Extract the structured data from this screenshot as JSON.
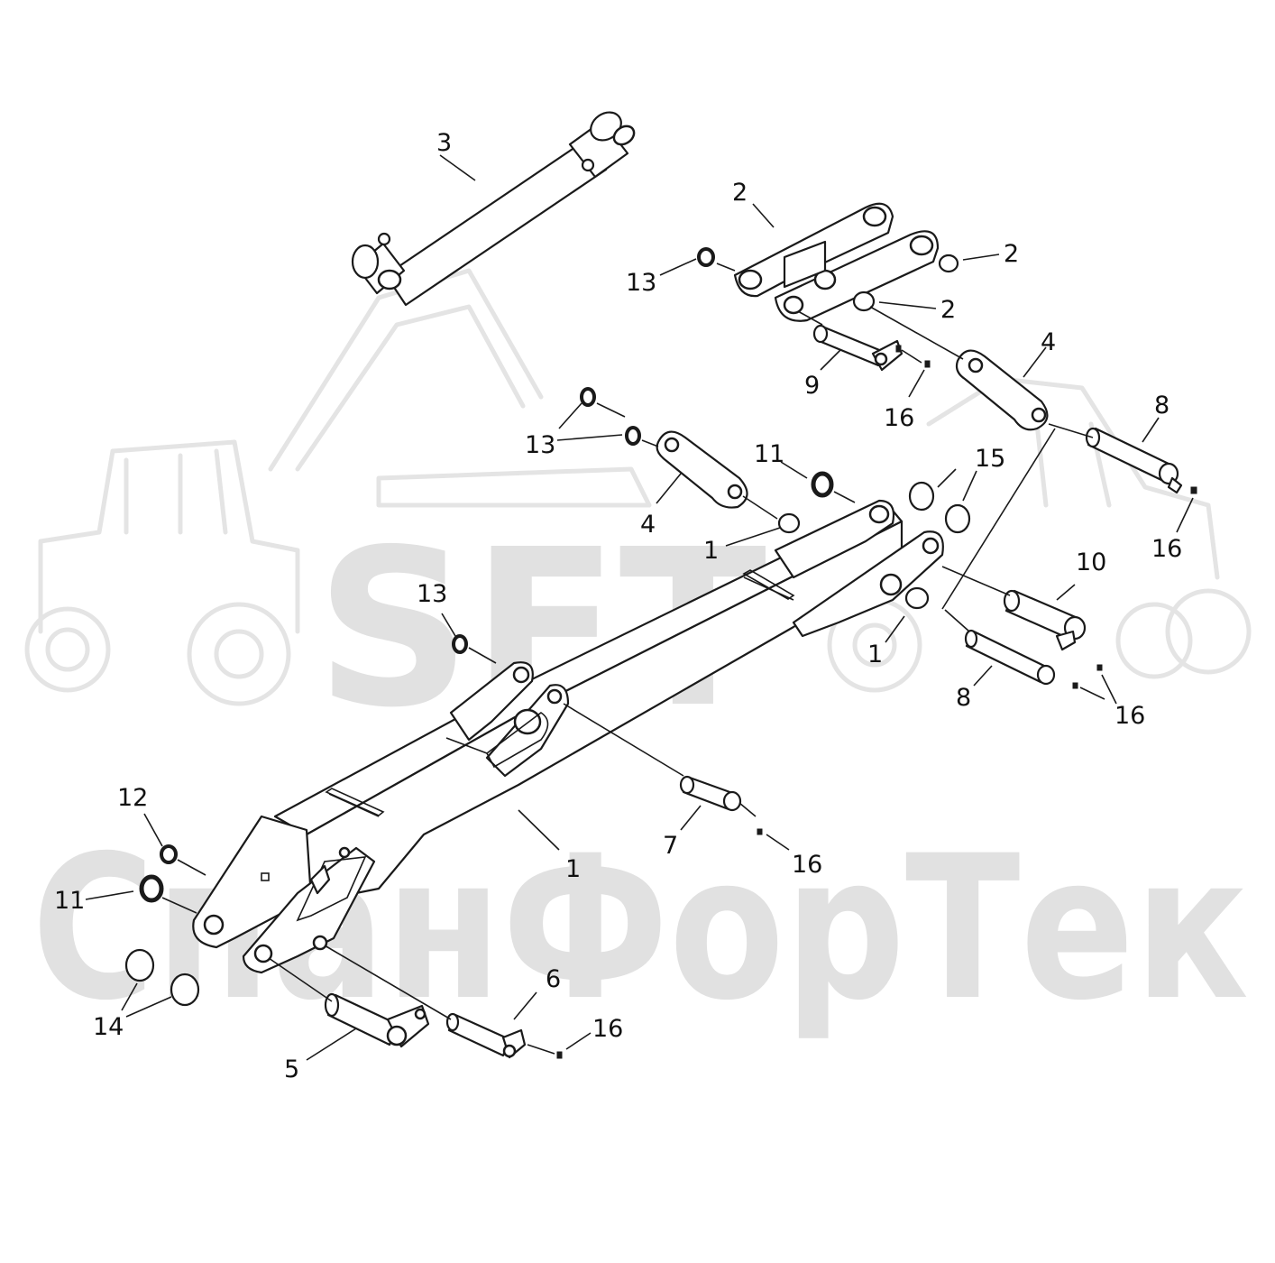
{
  "watermark": {
    "brand": "SFT",
    "company": "СпанФорТек"
  },
  "callouts": [
    {
      "id": "c3a",
      "label": "3"
    },
    {
      "id": "c2a",
      "label": "2"
    },
    {
      "id": "c2b",
      "label": "2"
    },
    {
      "id": "c2c",
      "label": "2"
    },
    {
      "id": "c13a",
      "label": "13"
    },
    {
      "id": "c9",
      "label": "9"
    },
    {
      "id": "c16a",
      "label": "16"
    },
    {
      "id": "c4a",
      "label": "4"
    },
    {
      "id": "c8a",
      "label": "8"
    },
    {
      "id": "c13b",
      "label": "13"
    },
    {
      "id": "c11a",
      "label": "11"
    },
    {
      "id": "c15",
      "label": "15"
    },
    {
      "id": "c4b",
      "label": "4"
    },
    {
      "id": "c1a",
      "label": "1"
    },
    {
      "id": "c16b",
      "label": "16"
    },
    {
      "id": "c10",
      "label": "10"
    },
    {
      "id": "c13c",
      "label": "13"
    },
    {
      "id": "c1b",
      "label": "1"
    },
    {
      "id": "c8b",
      "label": "8"
    },
    {
      "id": "c16c",
      "label": "16"
    },
    {
      "id": "c12",
      "label": "12"
    },
    {
      "id": "c7",
      "label": "7"
    },
    {
      "id": "c16d",
      "label": "16"
    },
    {
      "id": "c1c",
      "label": "1"
    },
    {
      "id": "c11b",
      "label": "11"
    },
    {
      "id": "c6",
      "label": "6"
    },
    {
      "id": "c16e",
      "label": "16"
    },
    {
      "id": "c14",
      "label": "14"
    },
    {
      "id": "c5",
      "label": "5"
    }
  ]
}
